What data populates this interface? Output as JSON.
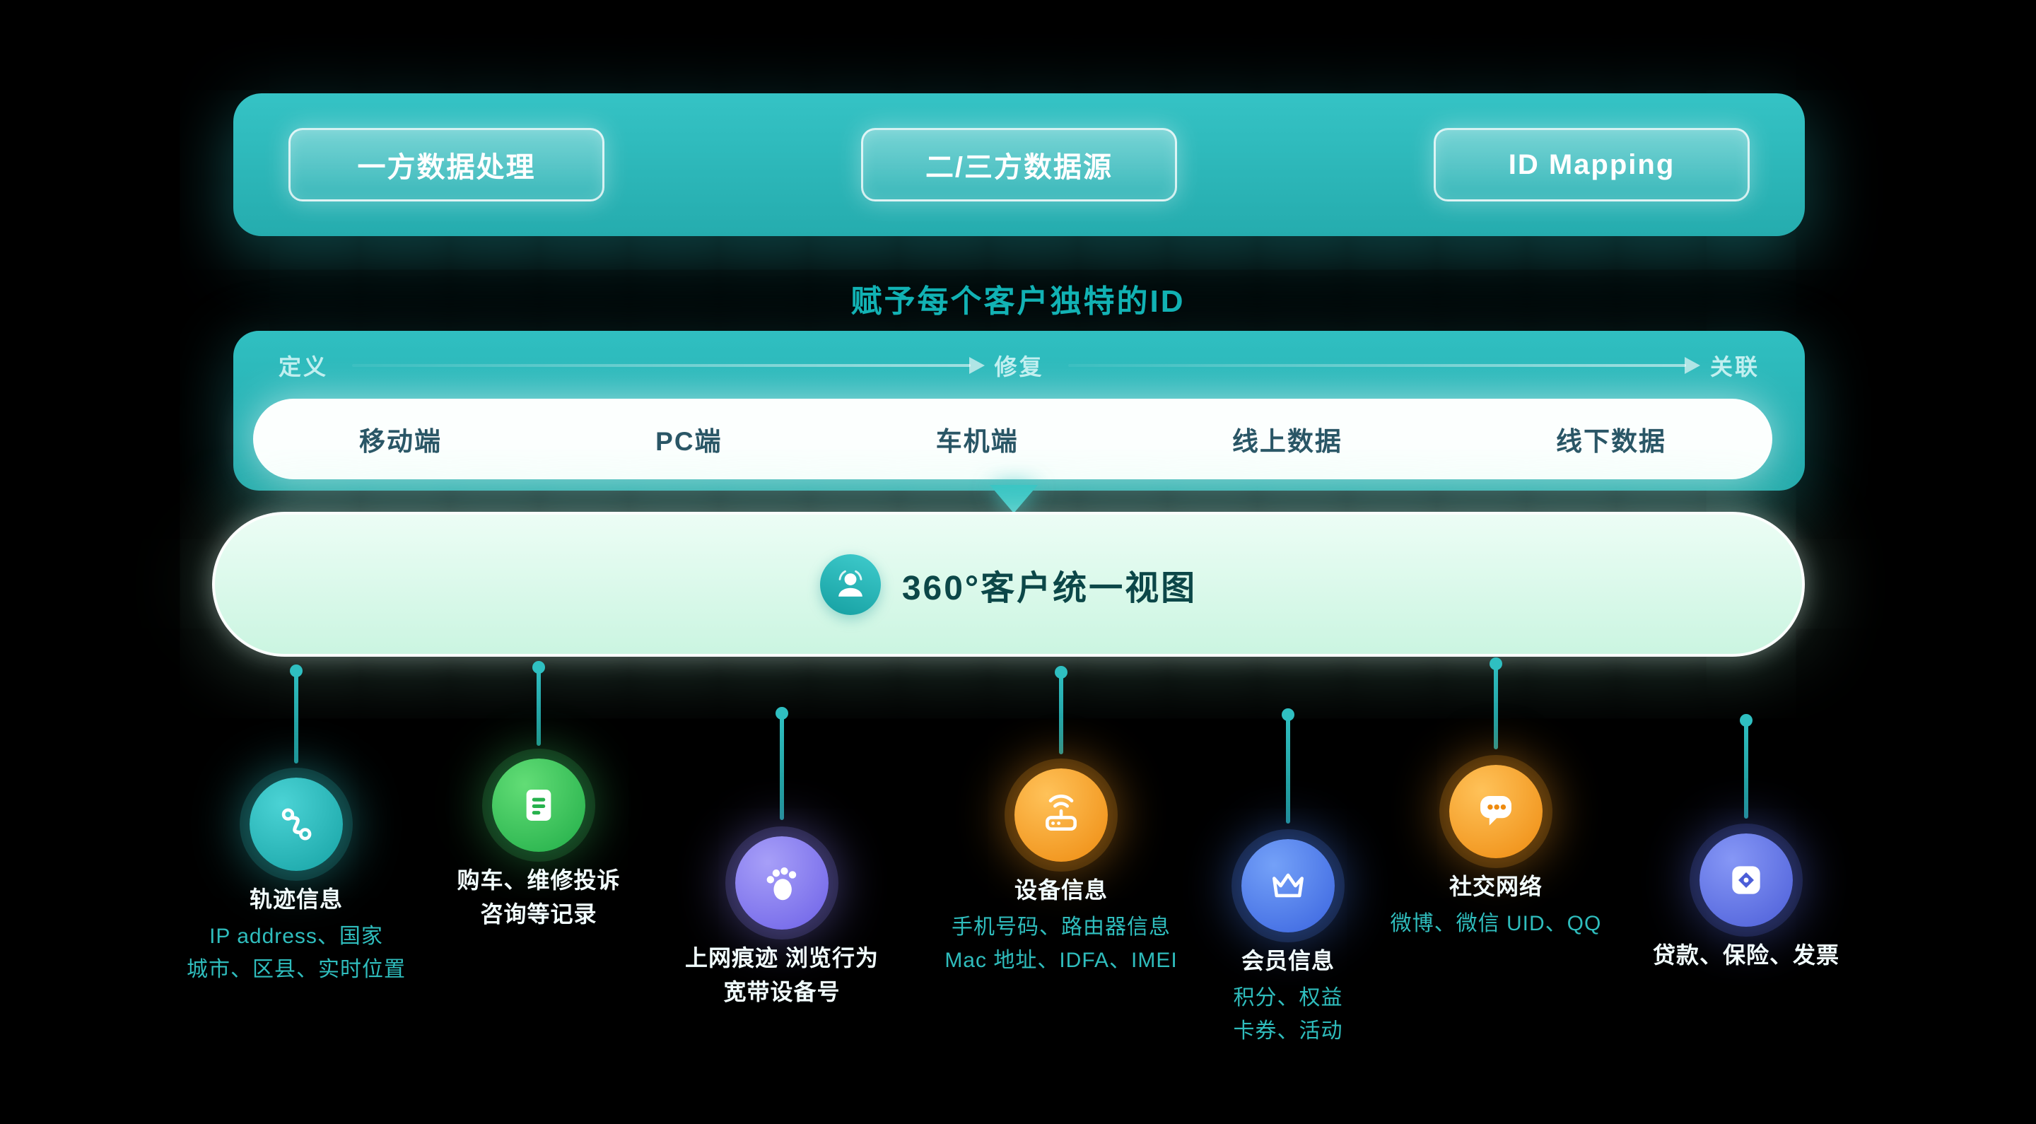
{
  "banner": {
    "buttons": [
      {
        "label": "一方数据处理"
      },
      {
        "label": "二/三方数据源"
      },
      {
        "label": "ID Mapping"
      }
    ]
  },
  "heading": {
    "text": "赋予每个客户独特的ID"
  },
  "pipeline": {
    "stages": [
      {
        "label": "定义"
      },
      {
        "label": "修复"
      },
      {
        "label": "关联"
      }
    ],
    "channels": [
      {
        "label": "移动端"
      },
      {
        "label": "PC端"
      },
      {
        "label": "车机端"
      },
      {
        "label": "线上数据"
      },
      {
        "label": "线下数据"
      }
    ]
  },
  "unified_view": {
    "label": "360°客户统一视图",
    "icon": "customer-profile-icon"
  },
  "colors": {
    "teal": "#2fbfc1",
    "mint_bar": "#d6f8e9",
    "green": "#31c159",
    "purple": "#7d72ec",
    "orange": "#f79a1f",
    "blue": "#4a7df0",
    "indigo": "#5b6fe8",
    "background": "#000000"
  },
  "sources": [
    {
      "icon": "route-icon",
      "color": "#23b6b8",
      "title_lines": [
        "轨迹信息"
      ],
      "desc_lines": [
        "IP address、国家",
        "城市、区县、实时位置"
      ]
    },
    {
      "icon": "document-icon",
      "color": "#31c159",
      "title_lines": [
        "购车、维修投诉",
        "咨询等记录"
      ],
      "desc_lines": []
    },
    {
      "icon": "footprint-icon",
      "color": "#7d72ec",
      "title_lines": [
        "上网痕迹  浏览行为",
        "宽带设备号"
      ],
      "desc_lines": []
    },
    {
      "icon": "router-icon",
      "color": "#f79a1f",
      "title_lines": [
        "设备信息"
      ],
      "desc_lines": [
        "手机号码、路由器信息",
        "Mac 地址、IDFA、IMEI"
      ]
    },
    {
      "icon": "crown-icon",
      "color": "#4a7df0",
      "title_lines": [
        "会员信息"
      ],
      "desc_lines": [
        "积分、权益",
        "卡券、活动"
      ]
    },
    {
      "icon": "chat-icon",
      "color": "#f79a1f",
      "title_lines": [
        "社交网络"
      ],
      "desc_lines": [
        "微博、微信 UID、QQ"
      ]
    },
    {
      "icon": "invoice-icon",
      "color": "#5b6fe8",
      "title_lines": [
        "贷款、保险、发票"
      ],
      "desc_lines": []
    }
  ]
}
